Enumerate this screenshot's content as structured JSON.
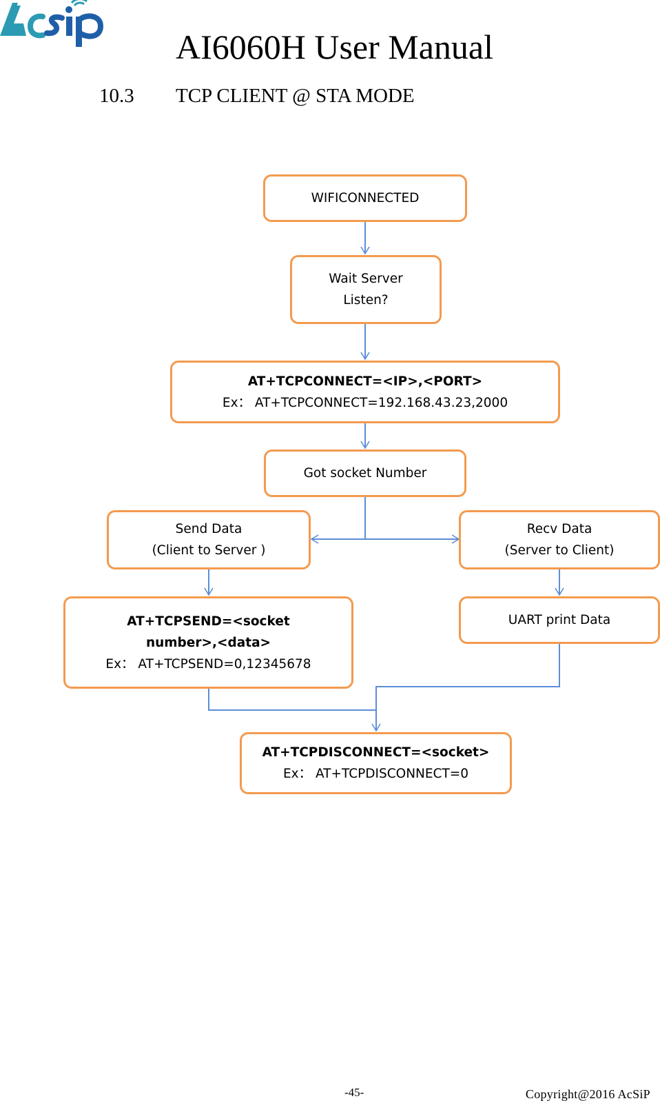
{
  "header": {
    "logo_text": "Acsip",
    "title": "AI6060H User Manual",
    "section_number": "10.3",
    "section_title": "TCP CLIENT @ STA MODE"
  },
  "flowchart": {
    "wifi_connected": "WIFICONNECTED",
    "wait_server": [
      "Wait Server",
      "Listen?"
    ],
    "tcp_connect": [
      "AT+TCPCONNECT=<IP>,<PORT>",
      "Ex：  AT+TCPCONNECT=192.168.43.23,2000"
    ],
    "got_socket": "Got socket Number",
    "send_data": [
      "Send Data",
      "(Client to Server )"
    ],
    "recv_data": [
      "Recv Data",
      "(Server to Client)"
    ],
    "tcp_send": [
      "AT+TCPSEND=<socket",
      "number>,<data>",
      "Ex：  AT+TCPSEND=0,12345678"
    ],
    "uart_print": "UART print Data",
    "tcp_disconnect": [
      "AT+TCPDISCONNECT=<socket>",
      "Ex：  AT+TCPDISCONNECT=0"
    ]
  },
  "colors": {
    "box_border": "#f39a4e",
    "connector": "#5b8ed6",
    "logo_teal": "#2b9bb3",
    "logo_blue": "#1f5fa8"
  },
  "footer": {
    "page_number": "-45-",
    "copyright": "Copyright@2016  AcSiP"
  }
}
